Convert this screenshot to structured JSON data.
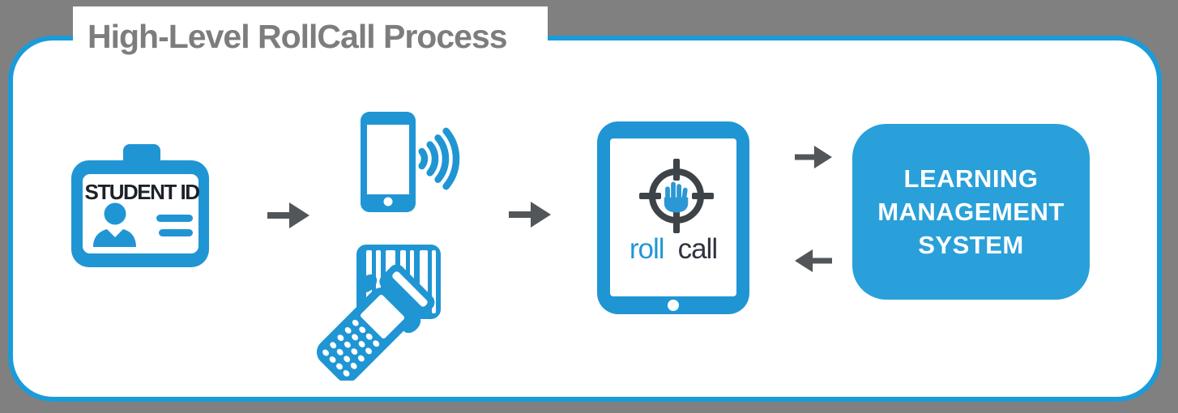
{
  "title": {
    "text": "High-Level RollCall Process"
  },
  "colors": {
    "frame_gray": "#808080",
    "panel_border_blue": "#199cd9",
    "icon_blue": "#2095d4",
    "lms_blue": "#29a0d9",
    "arrow_gray": "#525659",
    "crosshair_dark": "#3e4347",
    "title_gray": "#7d7d7d",
    "logo_call_dark": "#2f3440",
    "badge_text_dark": "#1d2128"
  },
  "badge": {
    "label": "STUDENT ID",
    "icon": "student-id-badge-icon"
  },
  "devices": {
    "phone_icon": "smartphone-icon",
    "waves_icon": "nfc-signal-waves-icon",
    "scanner_icon": "barcode-scanner-icon"
  },
  "tablet": {
    "icon": "tablet-icon",
    "logo_icon": "hand-crosshair-logo-icon",
    "logo_roll": "roll",
    "logo_call": "call"
  },
  "lms": {
    "lines": [
      "LEARNING",
      "MANAGEMENT",
      "SYSTEM"
    ]
  },
  "flow": {
    "arrows": [
      "right",
      "right",
      "right",
      "left"
    ]
  }
}
